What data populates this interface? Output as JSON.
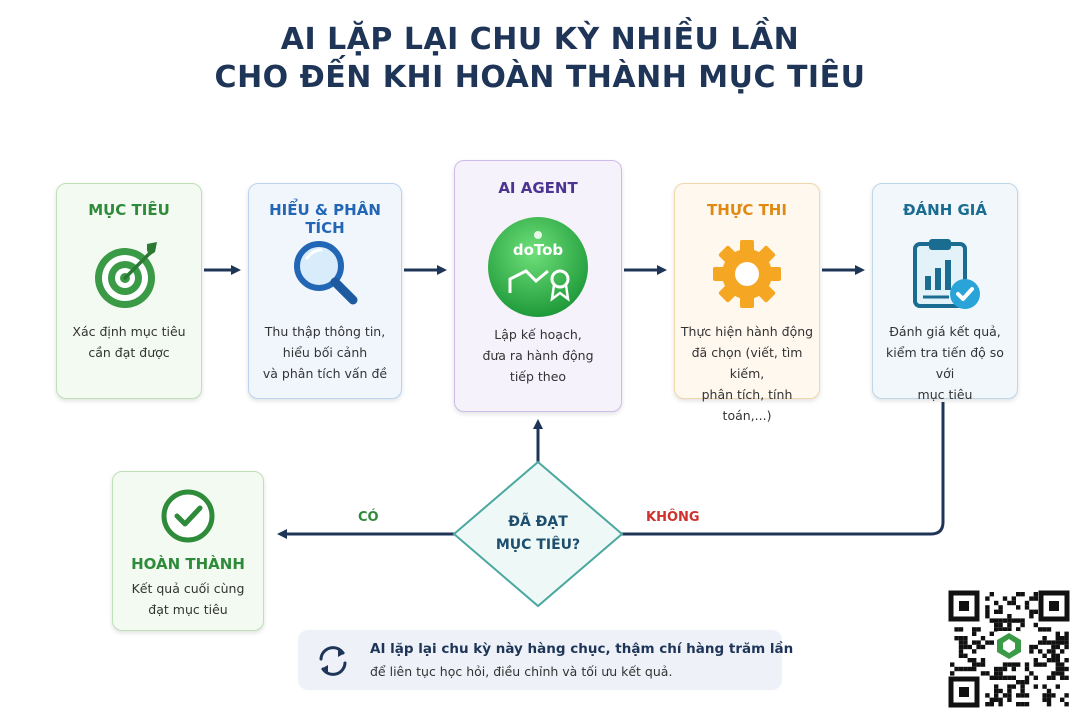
{
  "title": {
    "line1": "AI LẶP LẠI CHU KỲ NHIỀU LẦN",
    "line2": "CHO ĐẾN KHI HOÀN THÀNH MỤC TIÊU"
  },
  "steps": {
    "goal": {
      "title": "MỤC TIÊU",
      "desc": "Xác định mục tiêu\ncần đạt được",
      "icon": "target-icon"
    },
    "analyze": {
      "title": "HIỂU & PHÂN TÍCH",
      "desc": "Thu thập thông tin,\nhiểu bối cảnh\nvà phân tích vấn đề",
      "icon": "magnifier-icon"
    },
    "agent": {
      "title": "AI AGENT",
      "desc": "Lập kế hoạch,\nđưa ra hành động\ntiếp theo",
      "icon": "robot-logo-icon",
      "logo_text": "doTob"
    },
    "execute": {
      "title": "THỰC THI",
      "desc": "Thực hiện hành động\nđã chọn (viết, tìm kiếm,\nphân tích, tính toán,...)",
      "icon": "gear-icon"
    },
    "evaluate": {
      "title": "ĐÁNH GIÁ",
      "desc": "Đánh giá kết quả,\nkiểm tra tiến độ so với\nmục tiêu",
      "icon": "clipboard-chart-icon"
    },
    "done": {
      "title": "HOÀN THÀNH",
      "desc": "Kết quả cuối cùng\nđạt mục tiêu",
      "icon": "check-circle-icon"
    }
  },
  "decision": {
    "question": "ĐÃ ĐẠT\nMỤC TIÊU?",
    "yes_label": "CÓ",
    "no_label": "KHÔNG"
  },
  "note": {
    "line1": "AI lặp lại chu kỳ này hàng chục, thậm chí hàng trăm lần",
    "line2": "để liên tục học hỏi, điều chỉnh và tối ưu kết quả.",
    "icon": "refresh-cycle-icon"
  },
  "colors": {
    "title": "#1f3558",
    "green": "#2e8b3a",
    "blue": "#2267b5",
    "purple": "#4b3492",
    "orange": "#f5a623",
    "teal": "#1b6c91",
    "red": "#d0312d",
    "arrow": "#1f3558"
  }
}
